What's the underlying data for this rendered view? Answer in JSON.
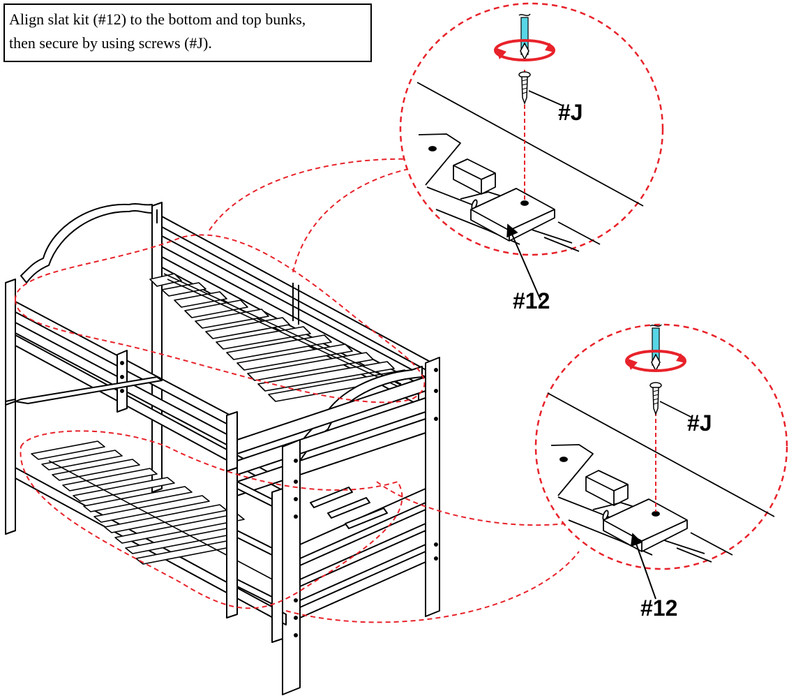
{
  "instruction": {
    "line1": "Align slat kit (#12) to the bottom and top bunks,",
    "line2": "then secure by using screws (#J)."
  },
  "callouts": {
    "upper": {
      "screw_label": "#J",
      "part_label": "#12"
    },
    "lower": {
      "screw_label": "#J",
      "part_label": "#12"
    }
  },
  "colors": {
    "line": "#000000",
    "highlight": "#e8222a",
    "screwdriver": "#58d6e6"
  },
  "icons": [
    "rotation-arrow-icon",
    "screw-icon",
    "screwdriver-bit-icon"
  ]
}
